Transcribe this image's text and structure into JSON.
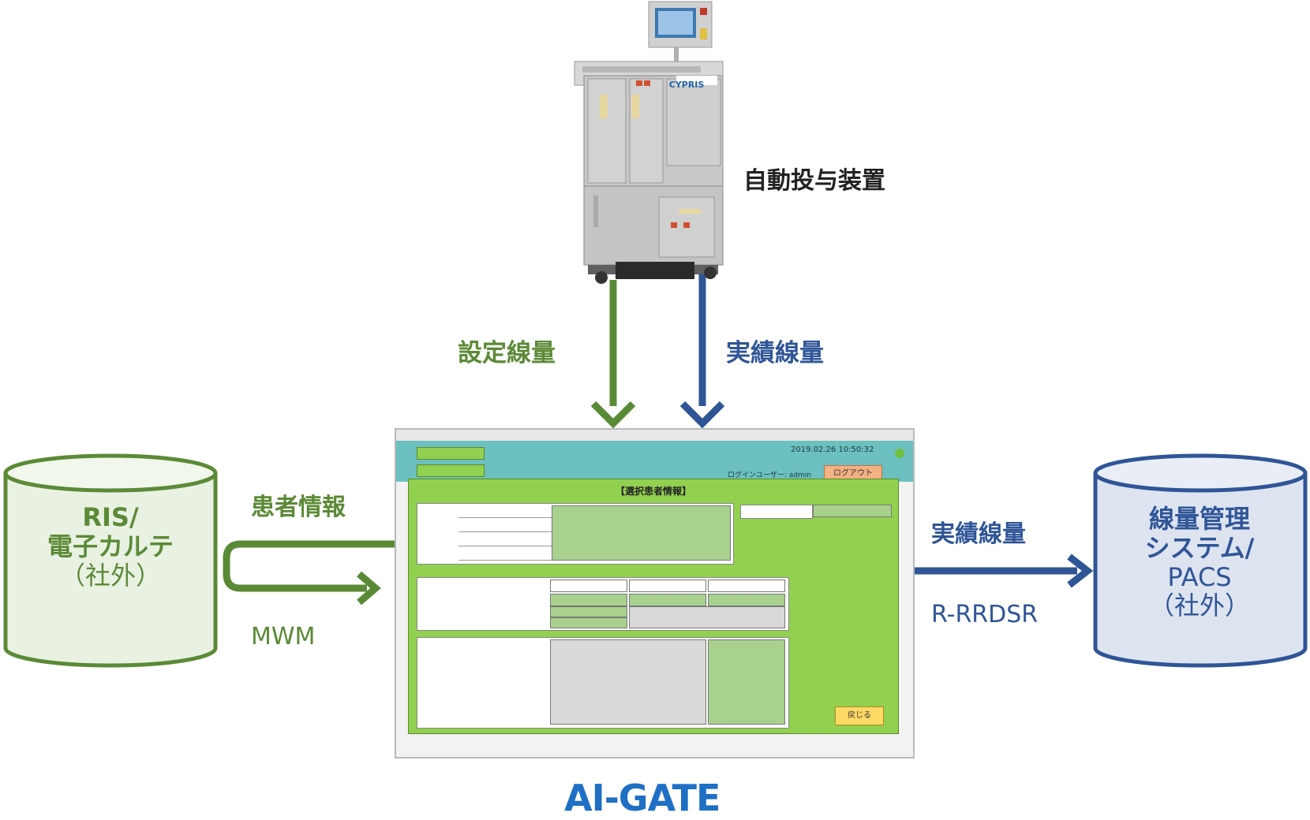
{
  "device": {
    "label": "自動投与装置",
    "brand": "CYPRIS"
  },
  "flows": {
    "set_dose": "設定線量",
    "actual_dose_top": "実績線量",
    "patient_info": "患者情報",
    "mwm": "MWM",
    "actual_dose_right": "実績線量",
    "rrdsr": "R-RRDSR"
  },
  "ris": {
    "line1": "RIS/",
    "line2": "電子カルテ",
    "line3": "（社外）"
  },
  "dose_mgmt": {
    "line1": "線量管理",
    "line2": "システム/",
    "line3": "PACS",
    "line4": "（社外）"
  },
  "product": "AI-GATE",
  "screen": {
    "clock": "2019.02.26  10:50:32",
    "user": "ログインユーザー: admin",
    "logout": "ログアウト",
    "dialog_title": "【選択患者情報】",
    "back": "戻じる"
  },
  "colors": {
    "green": "#5b8a36",
    "blue": "#2f5597",
    "product": "#1f6fc5"
  }
}
